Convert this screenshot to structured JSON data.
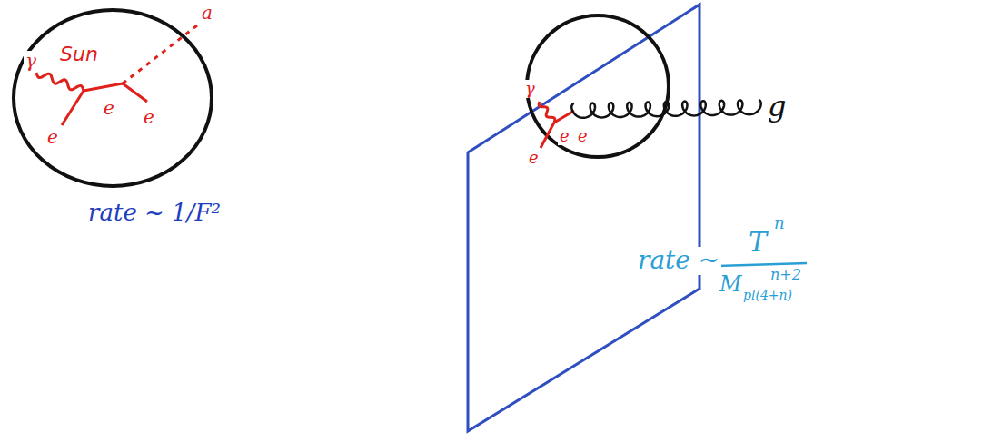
{
  "diagram": {
    "nodes": [
      {
        "text": [
          "Sun"
        ]
      }
    ],
    "labels": [
      "γ",
      "e",
      "e",
      "e",
      "a",
      "rate ~ 1/F²",
      "γ",
      "e",
      "e",
      "e",
      "g",
      "rate ~",
      "T",
      "n",
      "M",
      "pl(4+n)",
      "n+2"
    ]
  }
}
